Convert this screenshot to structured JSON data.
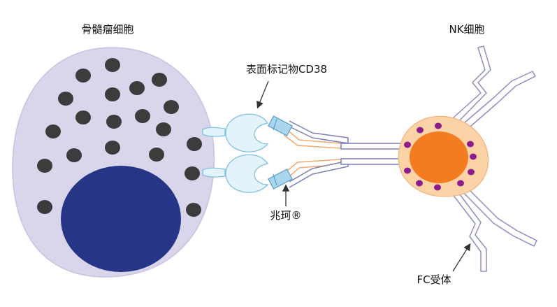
{
  "labels": {
    "myeloma_cell": "骨髓瘤细胞",
    "nk_cell": "NK细胞",
    "surface_marker": "表面标记物CD38",
    "antibody": "兆珂®",
    "fc_receptor": "FC受体"
  },
  "colors": {
    "myeloma_body": "#d9d5ea",
    "myeloma_outline": "#c9c3df",
    "myeloma_nucleus": "#263585",
    "granule_dark": "#3c3c3c",
    "cd38_fill": "#e3f3fb",
    "cd38_outline": "#7fc1e0",
    "antibody_tip": "#a9d6ee",
    "antibody_orange": "#f4a76e",
    "antibody_slate": "#7b7fb5",
    "nk_body": "#fbd3a6",
    "nk_nucleus": "#f47c20",
    "nk_granule": "#8c1c8c",
    "receptor_outline": "#8c8fc0",
    "arrow": "#333333"
  },
  "icons": {
    "myeloma_cell": "large-oval-cell",
    "nk_cell": "spiky-immune-cell",
    "cd38": "cup-shaped-receptor",
    "antibody": "y-shaped-antibody",
    "fc_receptor": "bent-transmembrane-receptor"
  }
}
